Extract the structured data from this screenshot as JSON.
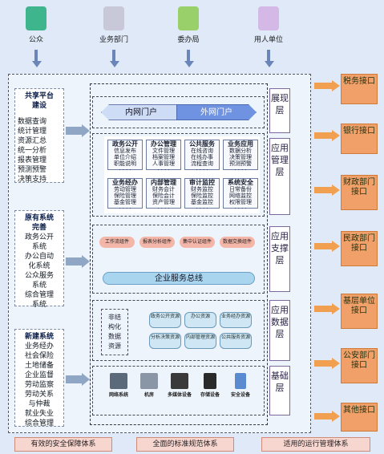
{
  "users": [
    {
      "label": "公众",
      "icon": "public-user-icon"
    },
    {
      "label": "业务部门",
      "icon": "department-user-icon"
    },
    {
      "label": "委办局",
      "icon": "bureau-user-icon"
    },
    {
      "label": "用人单位",
      "icon": "employer-user-icon"
    }
  ],
  "left_panels": [
    {
      "title": [
        "共享平台",
        "建设"
      ],
      "items": [
        "数据查询",
        "统计管理",
        "资源汇总",
        "统一分析",
        "报表管理",
        "预测预警",
        "决策支持"
      ]
    },
    {
      "title": [
        "原有系统",
        "完善"
      ],
      "items": [
        "政务公开",
        "系统",
        "办公自动",
        "化系统",
        "公众服务",
        "系统",
        "综合管理",
        "系统"
      ]
    },
    {
      "title": [
        "新建系统"
      ],
      "items": [
        "业务经办",
        "社会保险",
        "土地储备",
        "企业监督",
        "劳动监察",
        "劳动关系",
        "与仲裁",
        "就业失业",
        "综合管理"
      ]
    }
  ],
  "layers": {
    "presentation": {
      "label": "展现层",
      "portals": [
        "内网门户",
        "外网门户"
      ]
    },
    "application": {
      "label": "应用管理层",
      "cells": [
        {
          "title": "政务公开",
          "lines": [
            "信息发布",
            "单位介绍",
            "职能说明"
          ]
        },
        {
          "title": "办公管理",
          "lines": [
            "文件管理",
            "档案管理",
            "人事管理"
          ]
        },
        {
          "title": "公共服务",
          "lines": [
            "在线咨询",
            "在线办事",
            "流程查询"
          ]
        },
        {
          "title": "业务应用",
          "lines": [
            "数据分析",
            "决策管理",
            "预测预警"
          ]
        },
        {
          "title": "业务经办",
          "lines": [
            "劳动管理",
            "保险管理",
            "基金管理"
          ]
        },
        {
          "title": "内部管理",
          "lines": [
            "财务会计",
            "保险会计",
            "资产管理"
          ]
        },
        {
          "title": "审计监控",
          "lines": [
            "财务监控",
            "保险监控",
            "基金监控"
          ]
        },
        {
          "title": "系统安全",
          "lines": [
            "日常备份",
            "网络监控",
            "权限管理"
          ]
        }
      ],
      "dots": "· · · ·"
    },
    "support": {
      "label": "应用支撑层",
      "components": [
        "工作流组件",
        "报表分析组件",
        "集中认证组件",
        "数据交换组件"
      ],
      "bus": "企业服务总线"
    },
    "data": {
      "label": "应用数据层",
      "unstructured": [
        "非结",
        "构化",
        "数据",
        "资源"
      ],
      "resources": [
        "政务公开资源",
        "办公资源",
        "业务经办资源",
        "分析决策资源",
        "内部管理资源",
        "公共服务资源"
      ]
    },
    "base": {
      "label": "基础层",
      "devices": [
        "网络系统",
        "机房",
        "多媒体设备",
        "存储设备",
        "安全设备"
      ]
    }
  },
  "interfaces": [
    "税务接口",
    "银行接口",
    "财政部门接口",
    "民政部门接口",
    "基层单位接口",
    "公安部门接口",
    "其他接口"
  ],
  "footer": [
    "有效的安全保障体系",
    "全面的标准规范体系",
    "适用的运行管理体系"
  ],
  "colors": {
    "accent": "#f2a06a",
    "portal": "#8fb0e8",
    "bus": "#a9d6ee"
  }
}
